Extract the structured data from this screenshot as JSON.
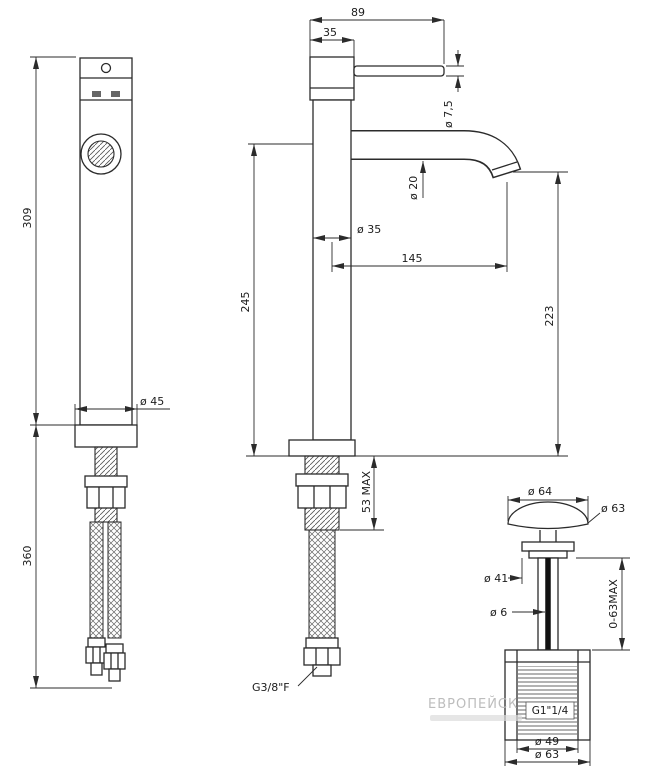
{
  "page": {
    "background": "#ffffff",
    "line_color": "#2b2b2b"
  },
  "views": {
    "front": {
      "dims": {
        "height_body": "309",
        "hose_length": "360",
        "base_diameter": "ø 45"
      }
    },
    "side": {
      "dims": {
        "lever_reach": "89",
        "cap_width": "35",
        "lever_dia": "ø 7,5",
        "spout_dia": "ø 20",
        "body_dia": "ø 35",
        "spout_reach": "145",
        "spout_height": "245",
        "outlet_height": "223",
        "deck_thickness": "53 MAX",
        "thread": "G3/8\"F"
      }
    },
    "drain": {
      "dims": {
        "cap_dia": "ø 64",
        "cap_dia_alt": "ø 63",
        "flange_dia": "ø 41",
        "pin_dia": "ø 6",
        "travel": "0-63MAX",
        "thread": "G1\"1/4",
        "body_dia": "ø 49",
        "outer_dia": "ø 63"
      }
    }
  },
  "watermark": {
    "line1": "ЕВРОПЕЙСК"
  }
}
